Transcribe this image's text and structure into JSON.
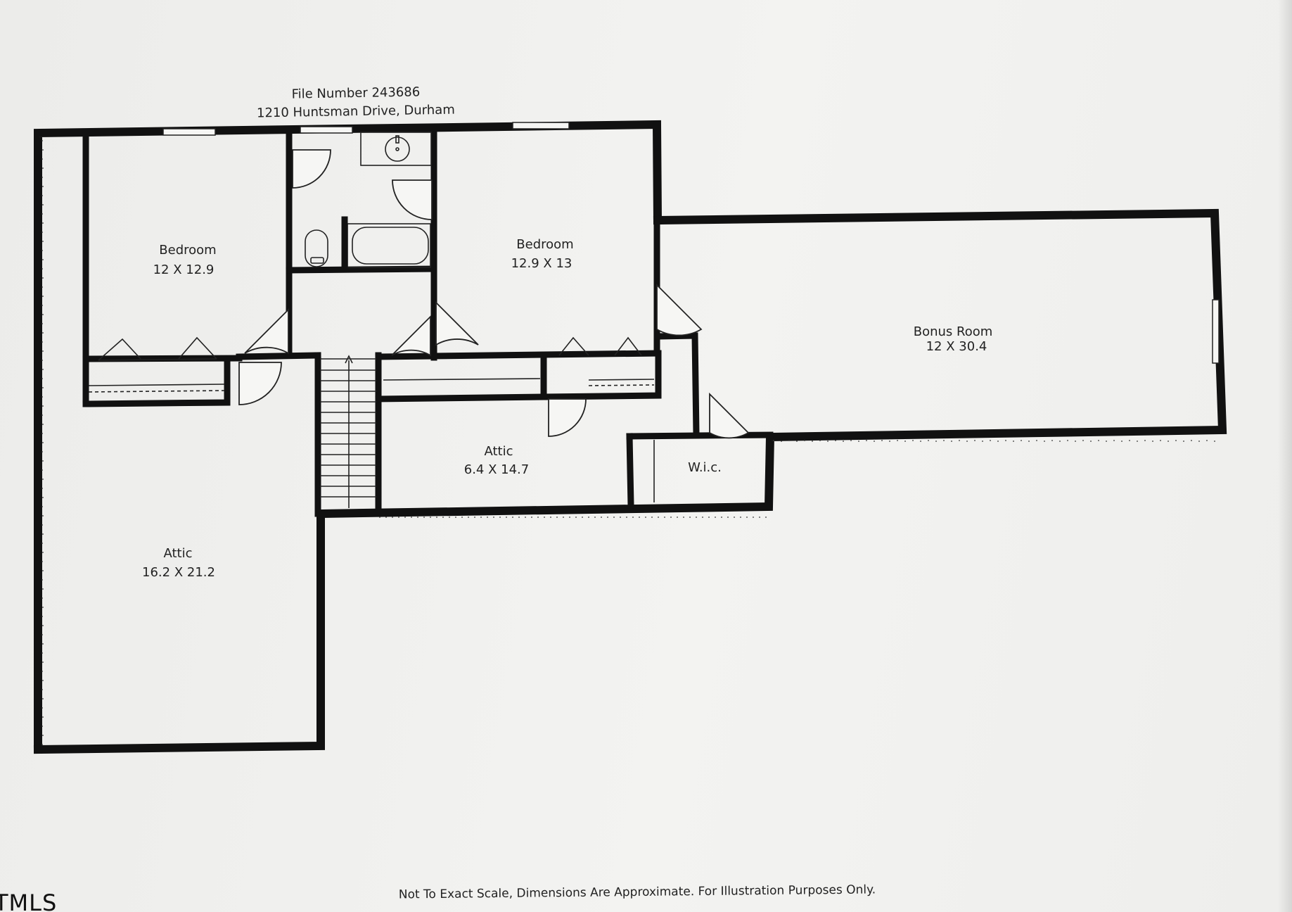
{
  "header": {
    "file_number": "File Number 243686",
    "address": "1210 Huntsman Drive, Durham"
  },
  "rooms": [
    {
      "name": "Bedroom",
      "dims": "12 X 12.9"
    },
    {
      "name": "Bedroom",
      "dims": "12.9 X 13"
    },
    {
      "name": "Bonus Room",
      "dims": "12 X 30.4"
    },
    {
      "name": "Attic",
      "dims": "6.4 X 14.7"
    },
    {
      "name": "W.i.c.",
      "dims": ""
    },
    {
      "name": "Attic",
      "dims": "16.2 X 21.2"
    }
  ],
  "footer": {
    "disclaimer": "Not To Exact Scale, Dimensions Are Approximate. For Illustration Purposes Only."
  },
  "watermark": {
    "text": "TMLS"
  },
  "colors": {
    "paper": "#f1f1ef",
    "wall": "#111111",
    "text": "#222222"
  }
}
